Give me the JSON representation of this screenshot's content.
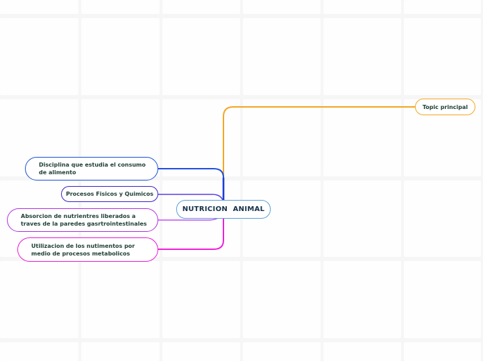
{
  "mindmap": {
    "root": {
      "label": "NUTRICION  ANIMAL",
      "color": "#5aa0d8"
    },
    "right_topics": [
      {
        "label": "Topic principal",
        "color": "#f5a623"
      }
    ],
    "left_topics": [
      {
        "label": "Disciplina que estudia el consumo de alimento",
        "color": "#1a4fd6"
      },
      {
        "label": "Procesos Fisicos y Quimicos",
        "color": "#3a23c9"
      },
      {
        "label": "Absorcion de nutrientres liberados a traves de la paredes gasrtrointestinales",
        "color": "#b030e0"
      },
      {
        "label": "Utilizacion de los nutimentos por medio de procesos metabolicos",
        "color": "#e81ad2"
      }
    ]
  },
  "canvas": {
    "background": "#f6f6f6",
    "cell_color": "#fefefe"
  }
}
